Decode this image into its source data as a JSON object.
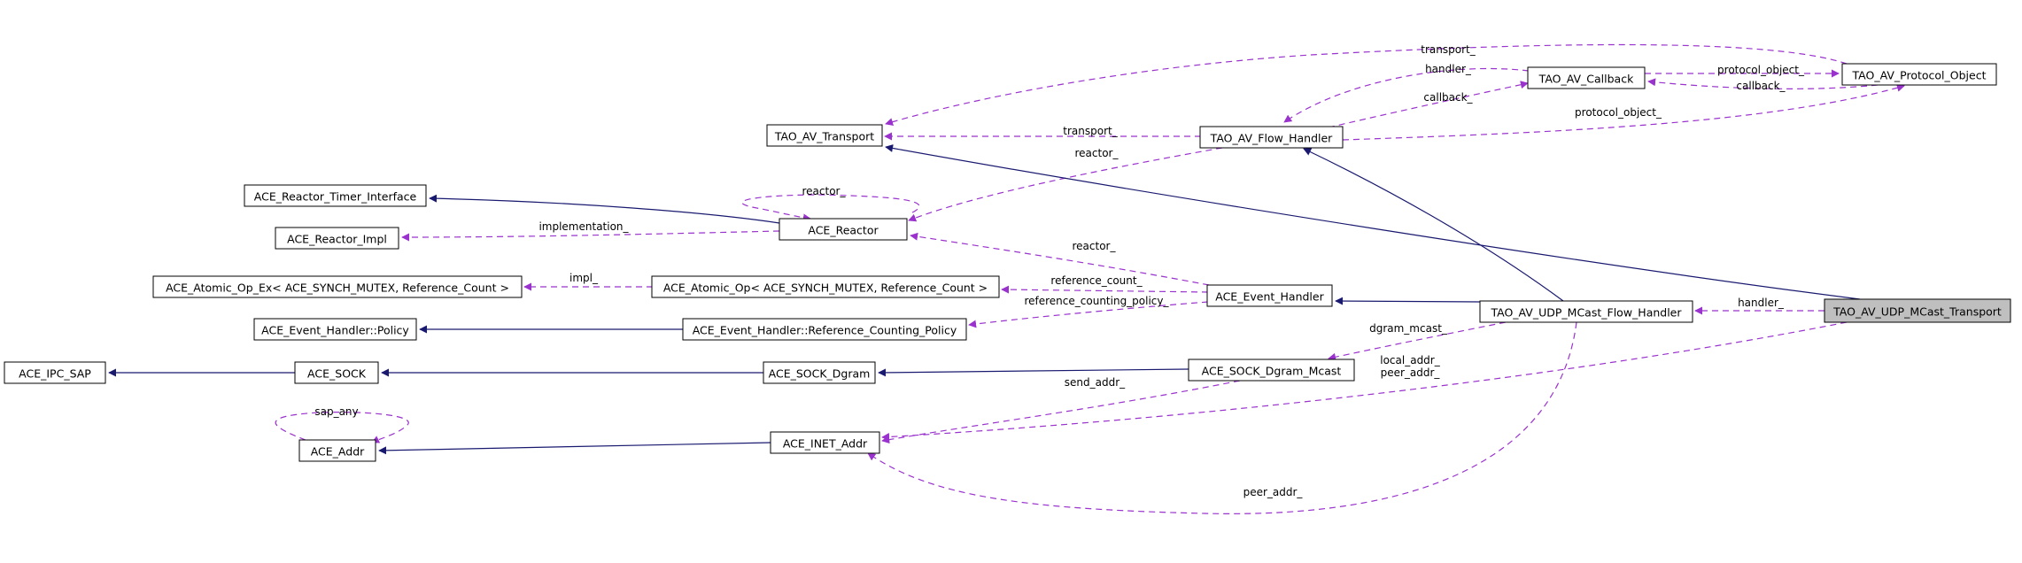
{
  "colors": {
    "inheritance": "#191970",
    "usage": "#9a32cd",
    "highlight_fill": "#bfbfbf"
  },
  "nodes": [
    {
      "id": "n_av_transport",
      "label": "TAO_AV_Transport"
    },
    {
      "id": "n_av_callback",
      "label": "TAO_AV_Callback"
    },
    {
      "id": "n_av_protocol_object",
      "label": "TAO_AV_Protocol_Object"
    },
    {
      "id": "n_av_flow_handler",
      "label": "TAO_AV_Flow_Handler"
    },
    {
      "id": "n_reactor_timer_interface",
      "label": "ACE_Reactor_Timer_Interface"
    },
    {
      "id": "n_reactor_impl",
      "label": "ACE_Reactor_Impl"
    },
    {
      "id": "n_reactor",
      "label": "ACE_Reactor"
    },
    {
      "id": "n_atomic_op_ex",
      "label": "ACE_Atomic_Op_Ex< ACE_SYNCH_MUTEX, Reference_Count >"
    },
    {
      "id": "n_atomic_op",
      "label": "ACE_Atomic_Op< ACE_SYNCH_MUTEX, Reference_Count >"
    },
    {
      "id": "n_event_handler",
      "label": "ACE_Event_Handler"
    },
    {
      "id": "n_udp_flow_handler",
      "label": "TAO_AV_UDP_MCast_Flow_Handler"
    },
    {
      "id": "n_udp_transport",
      "label": "TAO_AV_UDP_MCast_Transport",
      "highlighted": true
    },
    {
      "id": "n_eh_policy",
      "label": "ACE_Event_Handler::Policy"
    },
    {
      "id": "n_eh_refcount_policy",
      "label": "ACE_Event_Handler::Reference_Counting_Policy"
    },
    {
      "id": "n_ipc_sap",
      "label": "ACE_IPC_SAP"
    },
    {
      "id": "n_sock",
      "label": "ACE_SOCK"
    },
    {
      "id": "n_sock_dgram",
      "label": "ACE_SOCK_Dgram"
    },
    {
      "id": "n_sock_dgram_mcast",
      "label": "ACE_SOCK_Dgram_Mcast"
    },
    {
      "id": "n_addr",
      "label": "ACE_Addr"
    },
    {
      "id": "n_inet_addr",
      "label": "ACE_INET_Addr"
    }
  ],
  "edges": [
    {
      "id": "e_transport_proto",
      "from": "n_av_protocol_object",
      "to": "n_av_transport",
      "kind": "usage",
      "label": "transport_"
    },
    {
      "id": "e_handler_cb",
      "from": "n_av_callback",
      "to": "n_av_flow_handler",
      "kind": "usage",
      "label": "handler_"
    },
    {
      "id": "e_protocol_object_cb",
      "from": "n_av_callback",
      "to": "n_av_protocol_object",
      "kind": "usage",
      "label": "protocol_object_"
    },
    {
      "id": "e_callback_po",
      "from": "n_av_protocol_object",
      "to": "n_av_callback",
      "kind": "usage",
      "label": "callback_"
    },
    {
      "id": "e_callback_fh",
      "from": "n_av_flow_handler",
      "to": "n_av_callback",
      "kind": "usage",
      "label": "callback_"
    },
    {
      "id": "e_transport_fh",
      "from": "n_av_flow_handler",
      "to": "n_av_transport",
      "kind": "usage",
      "label": "transport_"
    },
    {
      "id": "e_protocol_object_fh",
      "from": "n_av_flow_handler",
      "to": "n_av_protocol_object",
      "kind": "usage",
      "label": "protocol_object_"
    },
    {
      "id": "e_reactor_fh",
      "from": "n_av_flow_handler",
      "to": "n_reactor",
      "kind": "usage",
      "label": "reactor_"
    },
    {
      "id": "e_reactor_self",
      "from": "n_reactor",
      "to": "n_reactor",
      "kind": "usage",
      "label": "reactor_"
    },
    {
      "id": "e_reactor_inherit",
      "from": "n_reactor",
      "to": "n_reactor_timer_interface",
      "kind": "inheritance",
      "label": ""
    },
    {
      "id": "e_implementation",
      "from": "n_reactor",
      "to": "n_reactor_impl",
      "kind": "usage",
      "label": "implementation_"
    },
    {
      "id": "e_reactor_eh",
      "from": "n_event_handler",
      "to": "n_reactor",
      "kind": "usage",
      "label": "reactor_"
    },
    {
      "id": "e_impl",
      "from": "n_atomic_op",
      "to": "n_atomic_op_ex",
      "kind": "usage",
      "label": "impl_"
    },
    {
      "id": "e_reference_count",
      "from": "n_event_handler",
      "to": "n_atomic_op",
      "kind": "usage",
      "label": "reference_count_"
    },
    {
      "id": "e_refcount_policy",
      "from": "n_event_handler",
      "to": "n_eh_refcount_policy",
      "kind": "usage",
      "label": "reference_counting_policy_"
    },
    {
      "id": "e_policy_inherit",
      "from": "n_eh_refcount_policy",
      "to": "n_eh_policy",
      "kind": "inheritance",
      "label": ""
    },
    {
      "id": "e_udpfh_eh",
      "from": "n_udp_flow_handler",
      "to": "n_event_handler",
      "kind": "inheritance",
      "label": ""
    },
    {
      "id": "e_udpfh_fh",
      "from": "n_udp_flow_handler",
      "to": "n_av_flow_handler",
      "kind": "inheritance",
      "label": ""
    },
    {
      "id": "e_udpt_transport",
      "from": "n_udp_transport",
      "to": "n_av_transport",
      "kind": "inheritance",
      "label": ""
    },
    {
      "id": "e_handler_udpt",
      "from": "n_udp_transport",
      "to": "n_udp_flow_handler",
      "kind": "usage",
      "label": "handler_"
    },
    {
      "id": "e_dgram_mcast",
      "from": "n_udp_flow_handler",
      "to": "n_sock_dgram_mcast",
      "kind": "usage",
      "label": "dgram_mcast_"
    },
    {
      "id": "e_local_peer",
      "from": "n_udp_transport",
      "to": "n_inet_addr",
      "kind": "usage",
      "label": "local_addr_\npeer_addr_"
    },
    {
      "id": "e_peer_addr_fh",
      "from": "n_udp_flow_handler",
      "to": "n_inet_addr",
      "kind": "usage",
      "label": "peer_addr_"
    },
    {
      "id": "e_send_addr",
      "from": "n_sock_dgram_mcast",
      "to": "n_inet_addr",
      "kind": "usage",
      "label": "send_addr_"
    },
    {
      "id": "e_mcast_dgram",
      "from": "n_sock_dgram_mcast",
      "to": "n_sock_dgram",
      "kind": "inheritance",
      "label": ""
    },
    {
      "id": "e_dgram_sock",
      "from": "n_sock_dgram",
      "to": "n_sock",
      "kind": "inheritance",
      "label": ""
    },
    {
      "id": "e_sock_ipc",
      "from": "n_sock",
      "to": "n_ipc_sap",
      "kind": "inheritance",
      "label": ""
    },
    {
      "id": "e_inet_addr",
      "from": "n_inet_addr",
      "to": "n_addr",
      "kind": "inheritance",
      "label": ""
    },
    {
      "id": "e_sap_any",
      "from": "n_addr",
      "to": "n_addr",
      "kind": "usage",
      "label": "sap_any"
    }
  ]
}
